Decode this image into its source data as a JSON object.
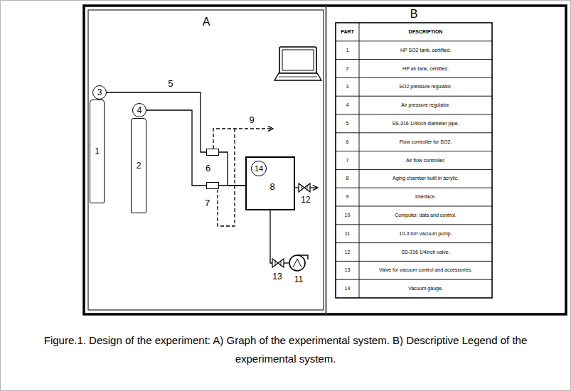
{
  "diagram": {
    "caption": "Figure.1. Design of the experiment: A) Graph of the experimental system. B) Descriptive Legend of the experimental system.",
    "nodes": [
      {
        "text": [
          "1"
        ]
      },
      {
        "text": [
          "2"
        ]
      },
      {
        "text": [
          "3"
        ]
      },
      {
        "text": [
          "4"
        ]
      },
      {
        "text": [
          "6"
        ]
      },
      {
        "text": [
          "7"
        ]
      },
      {
        "text": [
          "8"
        ]
      },
      {
        "text": [
          "14"
        ],
        "in": 6
      }
    ],
    "edges": [
      {
        "from": 2,
        "to": 4,
        "label": "5",
        "arrow": "none"
      },
      {
        "from": 3,
        "to": 5,
        "arrow": "none"
      },
      {
        "from": 4,
        "to": 6,
        "arrow": "none"
      },
      {
        "from": 5,
        "to": 6,
        "arrow": "none"
      }
    ],
    "labels": [
      "A",
      "9",
      "12",
      "13",
      "11",
      "B",
      "PART",
      "DESCRIPTION",
      "1",
      "HP SO2 tank, certified.",
      "2",
      "HP air tank, certified.",
      "3",
      "SO2 pressure regulator.",
      "4",
      "Air pressure regulator.",
      "5",
      "SS-316 1/4inch diameter pipe.",
      "6",
      "Flow controller for SO2.",
      "7",
      "Air flow controller.",
      "8",
      "Aging chamber built in acrylic.",
      "9",
      "Interface.",
      "10",
      "Computer, data and control.",
      "11",
      "10-3 torr vacuum pump.",
      "12",
      "SS-316 1/4inch valve.",
      "13",
      "Valve for vacuum control and accessories.",
      "14",
      "Vacuum gauge."
    ]
  }
}
